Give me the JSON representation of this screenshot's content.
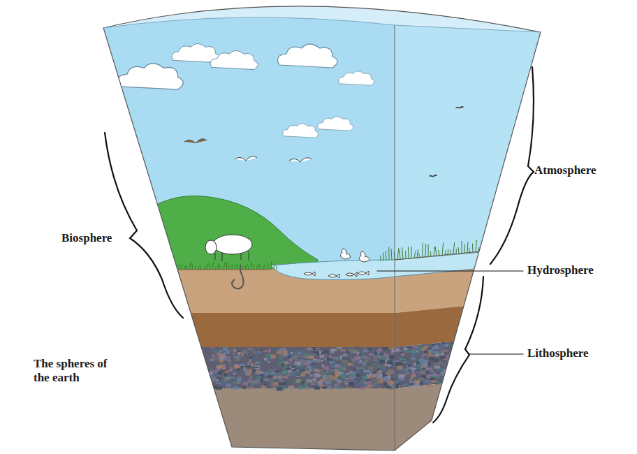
{
  "diagram": {
    "caption": "The spheres of the earth",
    "labels": [
      "Biosphere",
      "Atmosphere",
      "Hydrosphere",
      "Lithosphere"
    ]
  }
}
